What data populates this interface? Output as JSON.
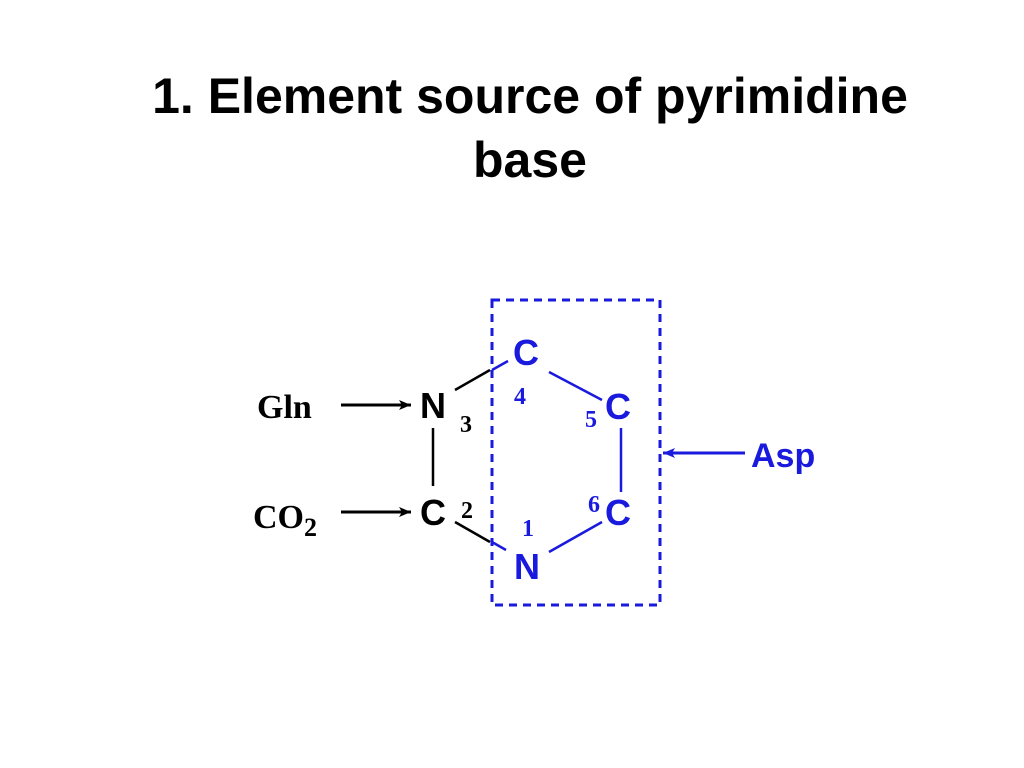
{
  "slide": {
    "title_line1": "1.  Element source of pyrimidine",
    "title_line2": "base"
  },
  "colors": {
    "black": "#000000",
    "blue": "#1a1adf"
  },
  "diagram": {
    "atoms": {
      "n3": {
        "label": "N",
        "number": "3"
      },
      "c2": {
        "label": "C",
        "number": "2"
      },
      "c4": {
        "label": "C",
        "number": "4"
      },
      "c5": {
        "label": "C",
        "number": "5"
      },
      "c6": {
        "label": "C",
        "number": "6"
      },
      "n1": {
        "label": "N",
        "number": "1"
      }
    },
    "sources": {
      "gln": "Gln",
      "co2_base": "CO",
      "co2_sub": "2",
      "asp": "Asp"
    }
  }
}
